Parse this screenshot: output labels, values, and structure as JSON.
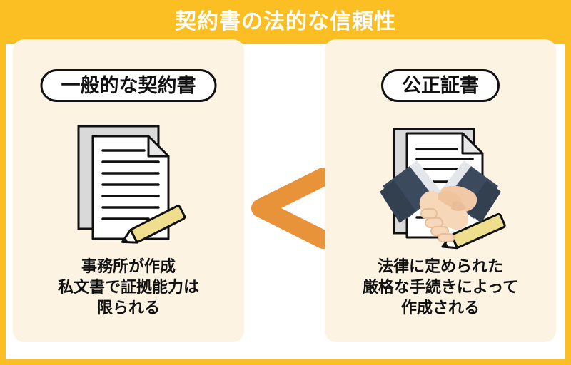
{
  "header": {
    "title": "契約書の法的な信頼性",
    "background_color": "#FBBF24",
    "text_color": "#FFFFFF"
  },
  "comparison": {
    "operator_symbol": "<",
    "operator_name": "less-than-chevron",
    "operator_color": "#E8923A",
    "card_background_color": "#FDF3E3",
    "left": {
      "label": "一般的な契約書",
      "icon": "contract-document-pencil-icon",
      "caption_lines": [
        "事務所が作成",
        "私文書で証拠能力は",
        "限られる"
      ]
    },
    "right": {
      "label": "公正証書",
      "icon": "handshake-document-pencil-icon",
      "caption_lines": [
        "法律に定められた",
        "厳格な手続きによって",
        "作成される"
      ]
    }
  }
}
